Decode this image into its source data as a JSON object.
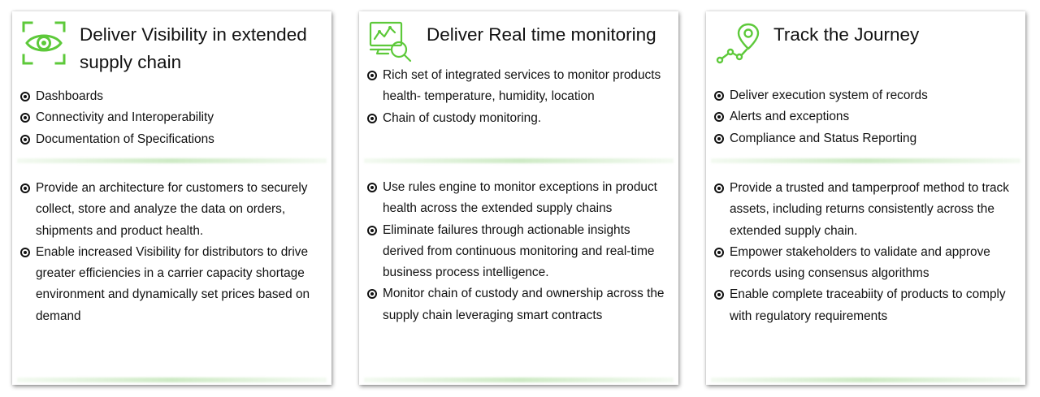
{
  "colors": {
    "accent": "#5dc93a",
    "text": "#111111"
  },
  "cards": [
    {
      "icon": "eye-focus-icon",
      "title_line1": "Deliver Visibility in extended",
      "title_line2": "supply chain",
      "top_items": [
        "Dashboards",
        "Connectivity and Interoperability",
        "Documentation of Specifications"
      ],
      "bottom_items": [
        "Provide an architecture for customers to securely collect, store and analyze the data on orders, shipments and product health.",
        "Enable increased Visibility for distributors to drive greater efficiencies in a carrier capacity shortage environment and dynamically set prices based on demand"
      ]
    },
    {
      "icon": "monitor-magnifier-icon",
      "title_line1": "Deliver Real time monitoring",
      "title_line2": "",
      "top_items": [
        "Rich set of integrated services to monitor products health- temperature, humidity, location",
        "Chain of custody monitoring."
      ],
      "bottom_items": [
        "Use rules engine to monitor exceptions in product health across the extended supply chains",
        "Eliminate failures through actionable insights derived from continuous monitoring and real-time business process intelligence.",
        "Monitor chain of custody and ownership across the supply chain leveraging smart contracts"
      ]
    },
    {
      "icon": "route-pin-icon",
      "title_line1": "Track the Journey",
      "title_line2": "",
      "top_items": [
        "Deliver execution system of records",
        "Alerts and exceptions",
        "Compliance and Status Reporting"
      ],
      "bottom_items": [
        "Provide a trusted and tamperproof method to track assets, including returns consistently across the extended supply chain.",
        "Empower stakeholders to validate and approve records using consensus algorithms",
        "Enable complete traceabiity of products to comply with regulatory requirements"
      ]
    }
  ]
}
